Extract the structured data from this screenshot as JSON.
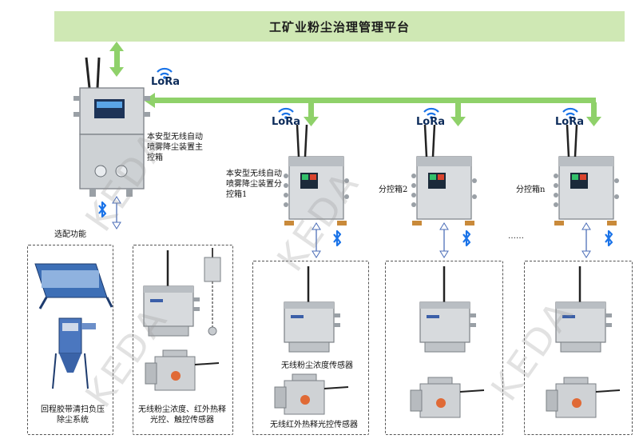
{
  "platform": {
    "title": "工矿业粉尘治理管理平台"
  },
  "lora_label": "LoRa",
  "main_box": {
    "label": "本安型无线自动喷雾降尘装置主控箱"
  },
  "sub_boxes": [
    {
      "label": "本安型无线自动喷雾降尘装置分控箱1"
    },
    {
      "label": "分控箱2"
    },
    {
      "label": "分控箱n"
    }
  ],
  "ellipsis": "……",
  "optional": {
    "title": "选配功能",
    "item_label": "回程胶带清扫负压除尘系统"
  },
  "sensor_groups": {
    "main": "无线粉尘浓度、红外热释光控、触控传感器",
    "dust": "无线粉尘浓度传感器",
    "infrared": "无线红外热释光控传感器"
  },
  "watermark": "KEDA",
  "colors": {
    "banner": "#cfe8b4",
    "arrow": "#8fd16a",
    "bluetooth": "#1a73e8",
    "lora": "#0c2b5a"
  }
}
